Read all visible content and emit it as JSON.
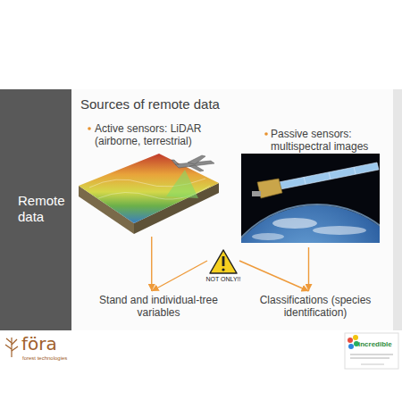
{
  "diagram": {
    "title": "Sources of remote data",
    "nodes": [
      {
        "text": [
          "Remote data"
        ]
      },
      {
        "text": [
          "Active sensors: LiDAR (airborne, terrestrial)"
        ]
      },
      {
        "text": [
          "Passive sensors: multispectral images"
        ]
      },
      {
        "text": [
          "NOT ONLY!!"
        ]
      },
      {
        "text": [
          "Stand and individual-tree variables"
        ]
      },
      {
        "text": [
          "Classifications (species identification)"
        ]
      }
    ],
    "edges": [
      {
        "from": 1,
        "to": 4,
        "arrow": "to"
      },
      {
        "from": 2,
        "to": 5,
        "arrow": "to"
      },
      {
        "from": 3,
        "to": 4,
        "arrow": "to"
      },
      {
        "from": 3,
        "to": 5,
        "arrow": "to"
      }
    ],
    "labels": [
      "föra",
      "forest technologies",
      "incredible"
    ]
  }
}
